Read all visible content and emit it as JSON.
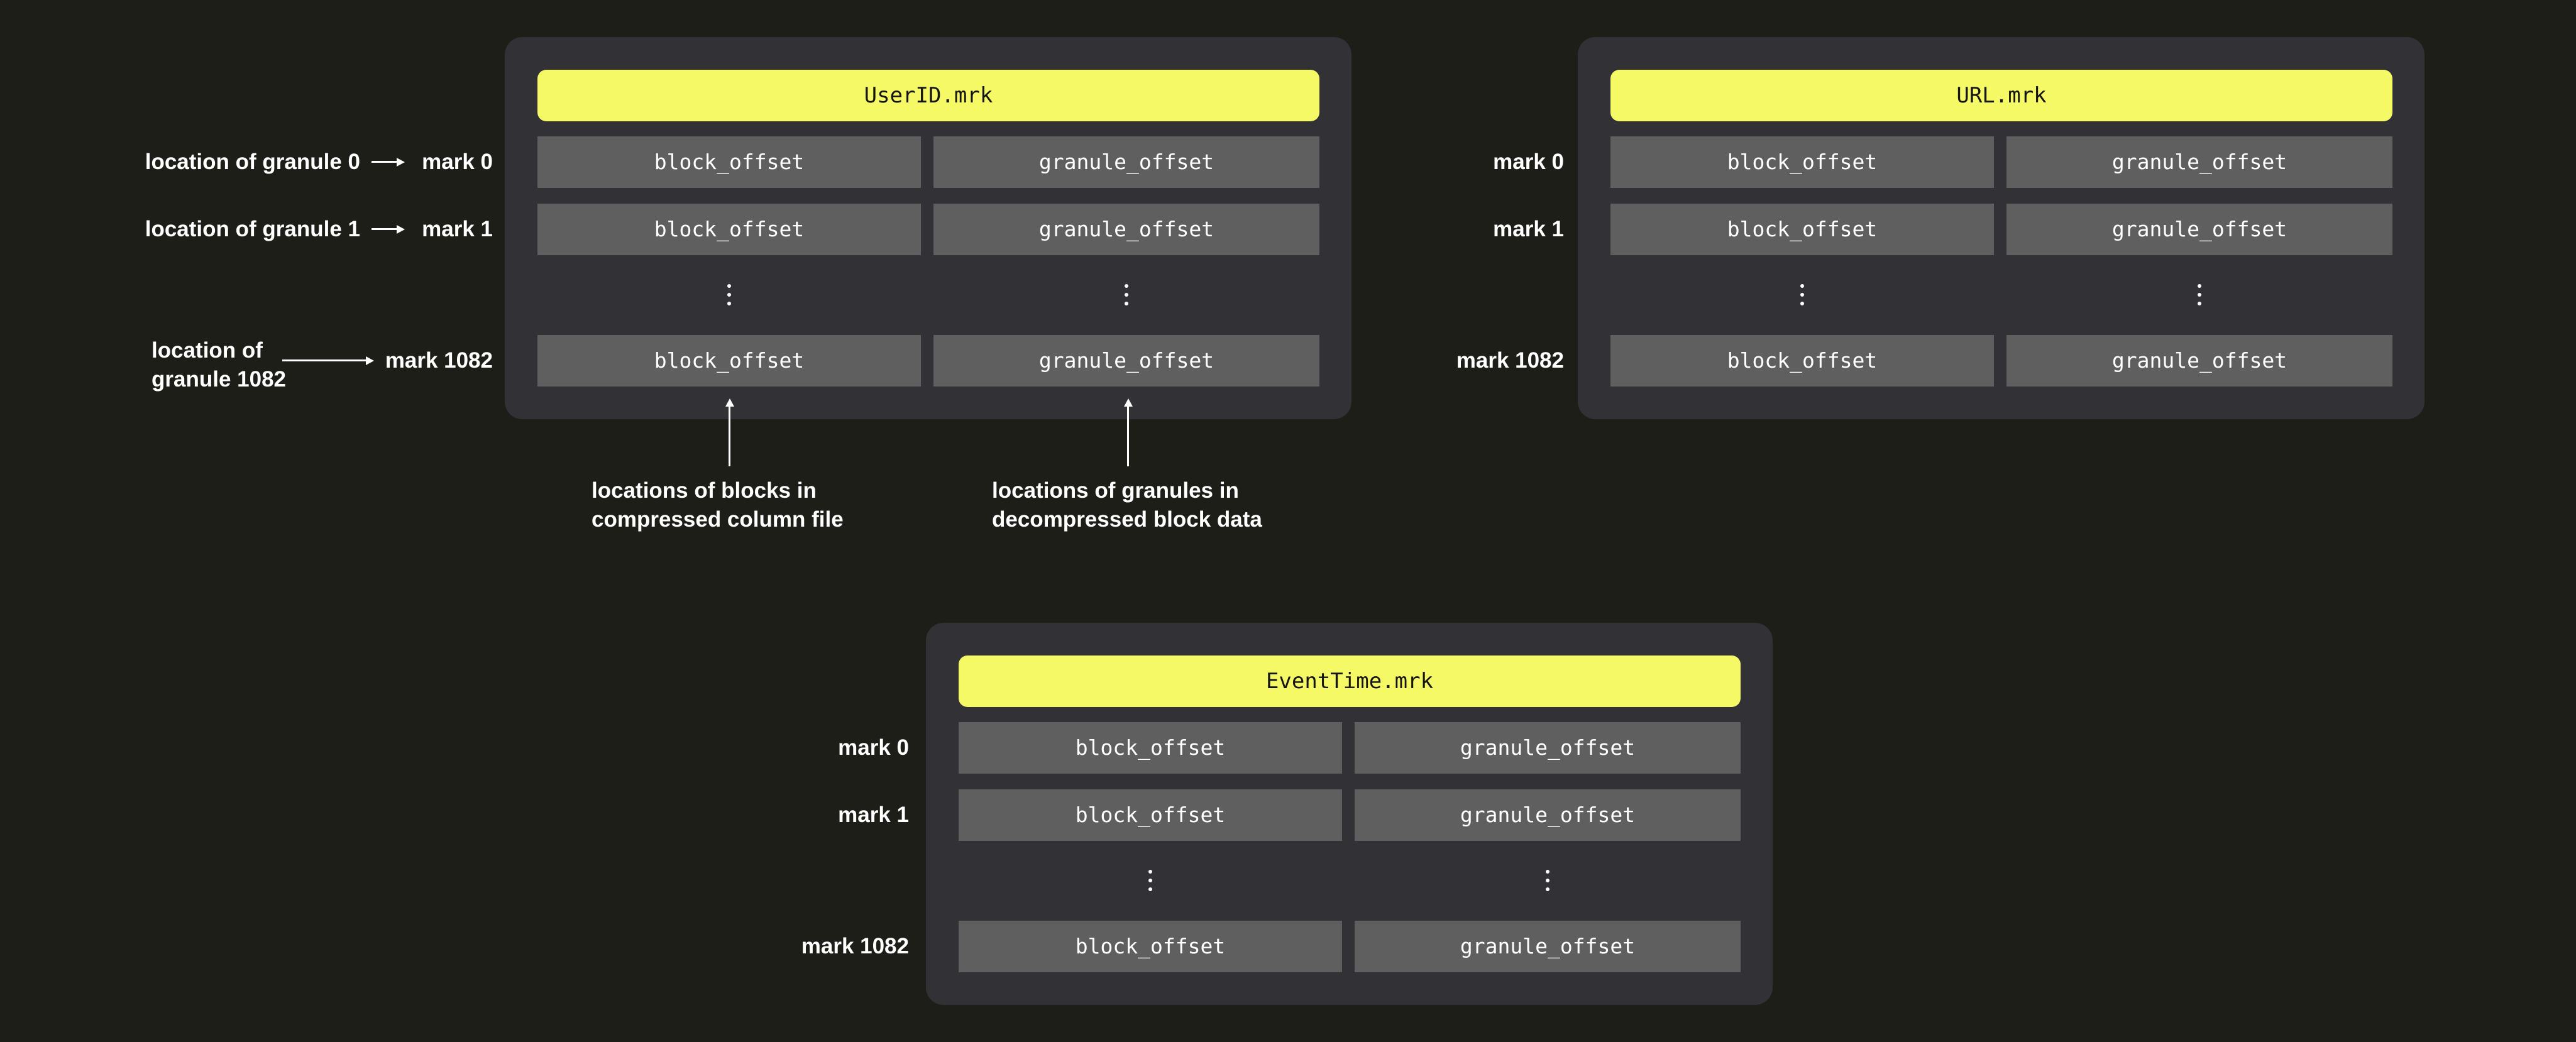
{
  "colors": {
    "page_bg": "#1e1e19",
    "panel_bg": "#323236",
    "cell_bg": "#5f5f5f",
    "header_bg": "#f6f966",
    "header_text": "#151515",
    "cell_text": "#ffffff",
    "label_text": "#ffffff",
    "arrow": "#ffffff"
  },
  "panels": [
    {
      "title": "UserID.mrk",
      "rows": [
        {
          "mark": "mark 0",
          "block": "block_offset",
          "granule": "granule_offset"
        },
        {
          "mark": "mark 1",
          "block": "block_offset",
          "granule": "granule_offset"
        },
        {
          "mark": "mark 1082",
          "block": "block_offset",
          "granule": "granule_offset"
        }
      ]
    },
    {
      "title": "URL.mrk",
      "rows": [
        {
          "mark": "mark 0",
          "block": "block_offset",
          "granule": "granule_offset"
        },
        {
          "mark": "mark 1",
          "block": "block_offset",
          "granule": "granule_offset"
        },
        {
          "mark": "mark 1082",
          "block": "block_offset",
          "granule": "granule_offset"
        }
      ]
    },
    {
      "title": "EventTime.mrk",
      "rows": [
        {
          "mark": "mark 0",
          "block": "block_offset",
          "granule": "granule_offset"
        },
        {
          "mark": "mark 1",
          "block": "block_offset",
          "granule": "granule_offset"
        },
        {
          "mark": "mark 1082",
          "block": "block_offset",
          "granule": "granule_offset"
        }
      ]
    }
  ],
  "annotations": {
    "granule_pointers": [
      {
        "lines": [
          "location of granule 0"
        ]
      },
      {
        "lines": [
          "location of granule 1"
        ]
      },
      {
        "lines": [
          "location of",
          "granule 1082"
        ]
      }
    ],
    "column_notes": [
      {
        "lines": [
          "locations of blocks in",
          "compressed column file"
        ]
      },
      {
        "lines": [
          "locations of granules in",
          "decompressed block data"
        ]
      }
    ]
  }
}
